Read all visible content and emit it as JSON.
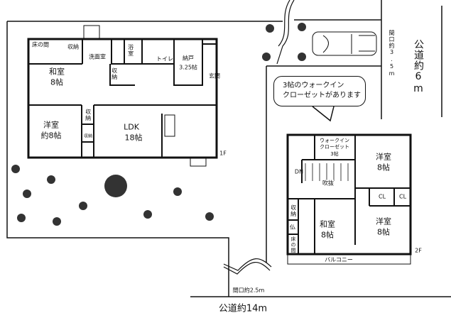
{
  "floor1": {
    "tokonoma": "床の間",
    "storage_a": "収納",
    "washroom": "洗面室",
    "bath": "浴室",
    "toilet": "トイレ",
    "closet_room": "納戸",
    "closet_room_size": "3.25帖",
    "entrance": "玄関",
    "japanese_room": "和室",
    "japanese_room_size": "8帖",
    "storage_stairs": "収納",
    "western_room": "洋室",
    "western_room_size": "約8帖",
    "storage_b": "収納",
    "storage_c": "収納",
    "ldk": "LDK",
    "ldk_size": "18帖",
    "floor_label": "1F"
  },
  "floor2": {
    "walkin": "ウォークイン",
    "walkin2": "クローゼット",
    "walkin_size": "3帖",
    "western1": "洋室",
    "western1_size": "8帖",
    "down": "DN",
    "void": "吹抜",
    "cl1": "CL",
    "cl2": "CL",
    "storage": "収納",
    "altar": "仏",
    "tokonoma": "床の間",
    "japanese_room": "和室",
    "japanese_room_size": "8帖",
    "western2": "洋室",
    "western2_size": "8帖",
    "floor_label": "2F",
    "balcony": "バルコニー"
  },
  "callout": {
    "line1": "3帖のウォークイン",
    "line2": "クローゼットがあります"
  },
  "site": {
    "frontage_east": "間口約3.5m",
    "road_east": "公道約6m",
    "frontage_south": "間口約2.5m",
    "road_south": "公道約14m"
  }
}
